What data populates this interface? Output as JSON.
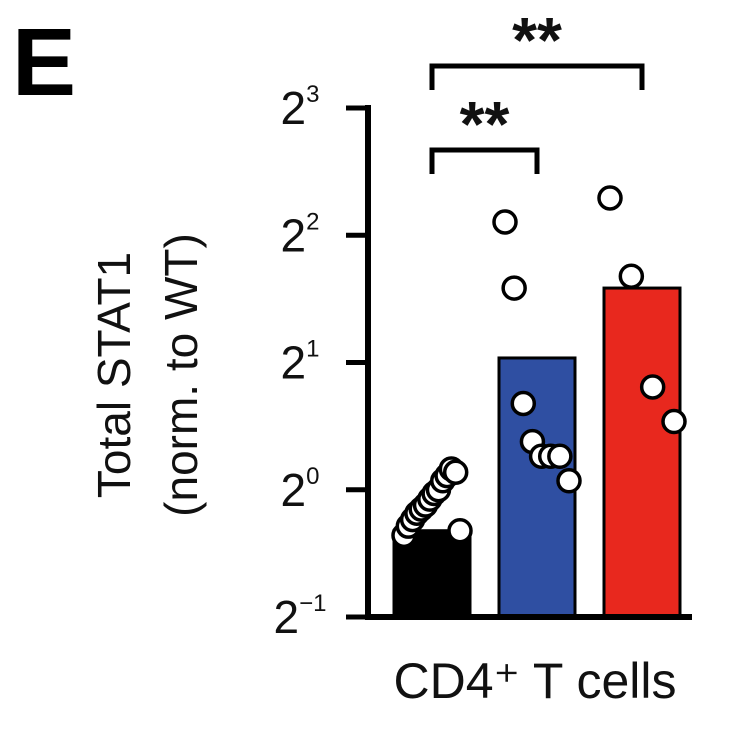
{
  "panel_label": "E",
  "chart_data": {
    "type": "bar",
    "xlabel": "CD4⁺ T cells",
    "ylabel_line1": "Total STAT1",
    "ylabel_line2": "(norm. to WT)",
    "y_scale": "log2",
    "ylim_exponents": [
      -1,
      3
    ],
    "y_ticks": [
      {
        "base": "2",
        "exp": "3"
      },
      {
        "base": "2",
        "exp": "2"
      },
      {
        "base": "2",
        "exp": "1"
      },
      {
        "base": "2",
        "exp": "0"
      },
      {
        "base": "2",
        "exp": "−1"
      }
    ],
    "bars": [
      {
        "color": "#000000",
        "value": 0.8,
        "points": [
          0.78,
          0.82,
          0.85,
          0.88,
          0.9,
          0.92,
          0.95,
          0.98,
          1.0,
          1.05,
          1.08,
          1.12,
          1.1,
          0.8
        ]
      },
      {
        "color": "#2f4fa2",
        "value": 2.05,
        "points": [
          4.3,
          3.0,
          1.6,
          1.3,
          1.2,
          1.2,
          1.2,
          1.05
        ]
      },
      {
        "color": "#e8281e",
        "value": 3.0,
        "points": [
          4.9,
          3.2,
          1.75,
          1.45
        ]
      }
    ],
    "significance": [
      {
        "from": 0,
        "to": 1,
        "label": "**"
      },
      {
        "from": 0,
        "to": 2,
        "label": "**"
      }
    ]
  }
}
